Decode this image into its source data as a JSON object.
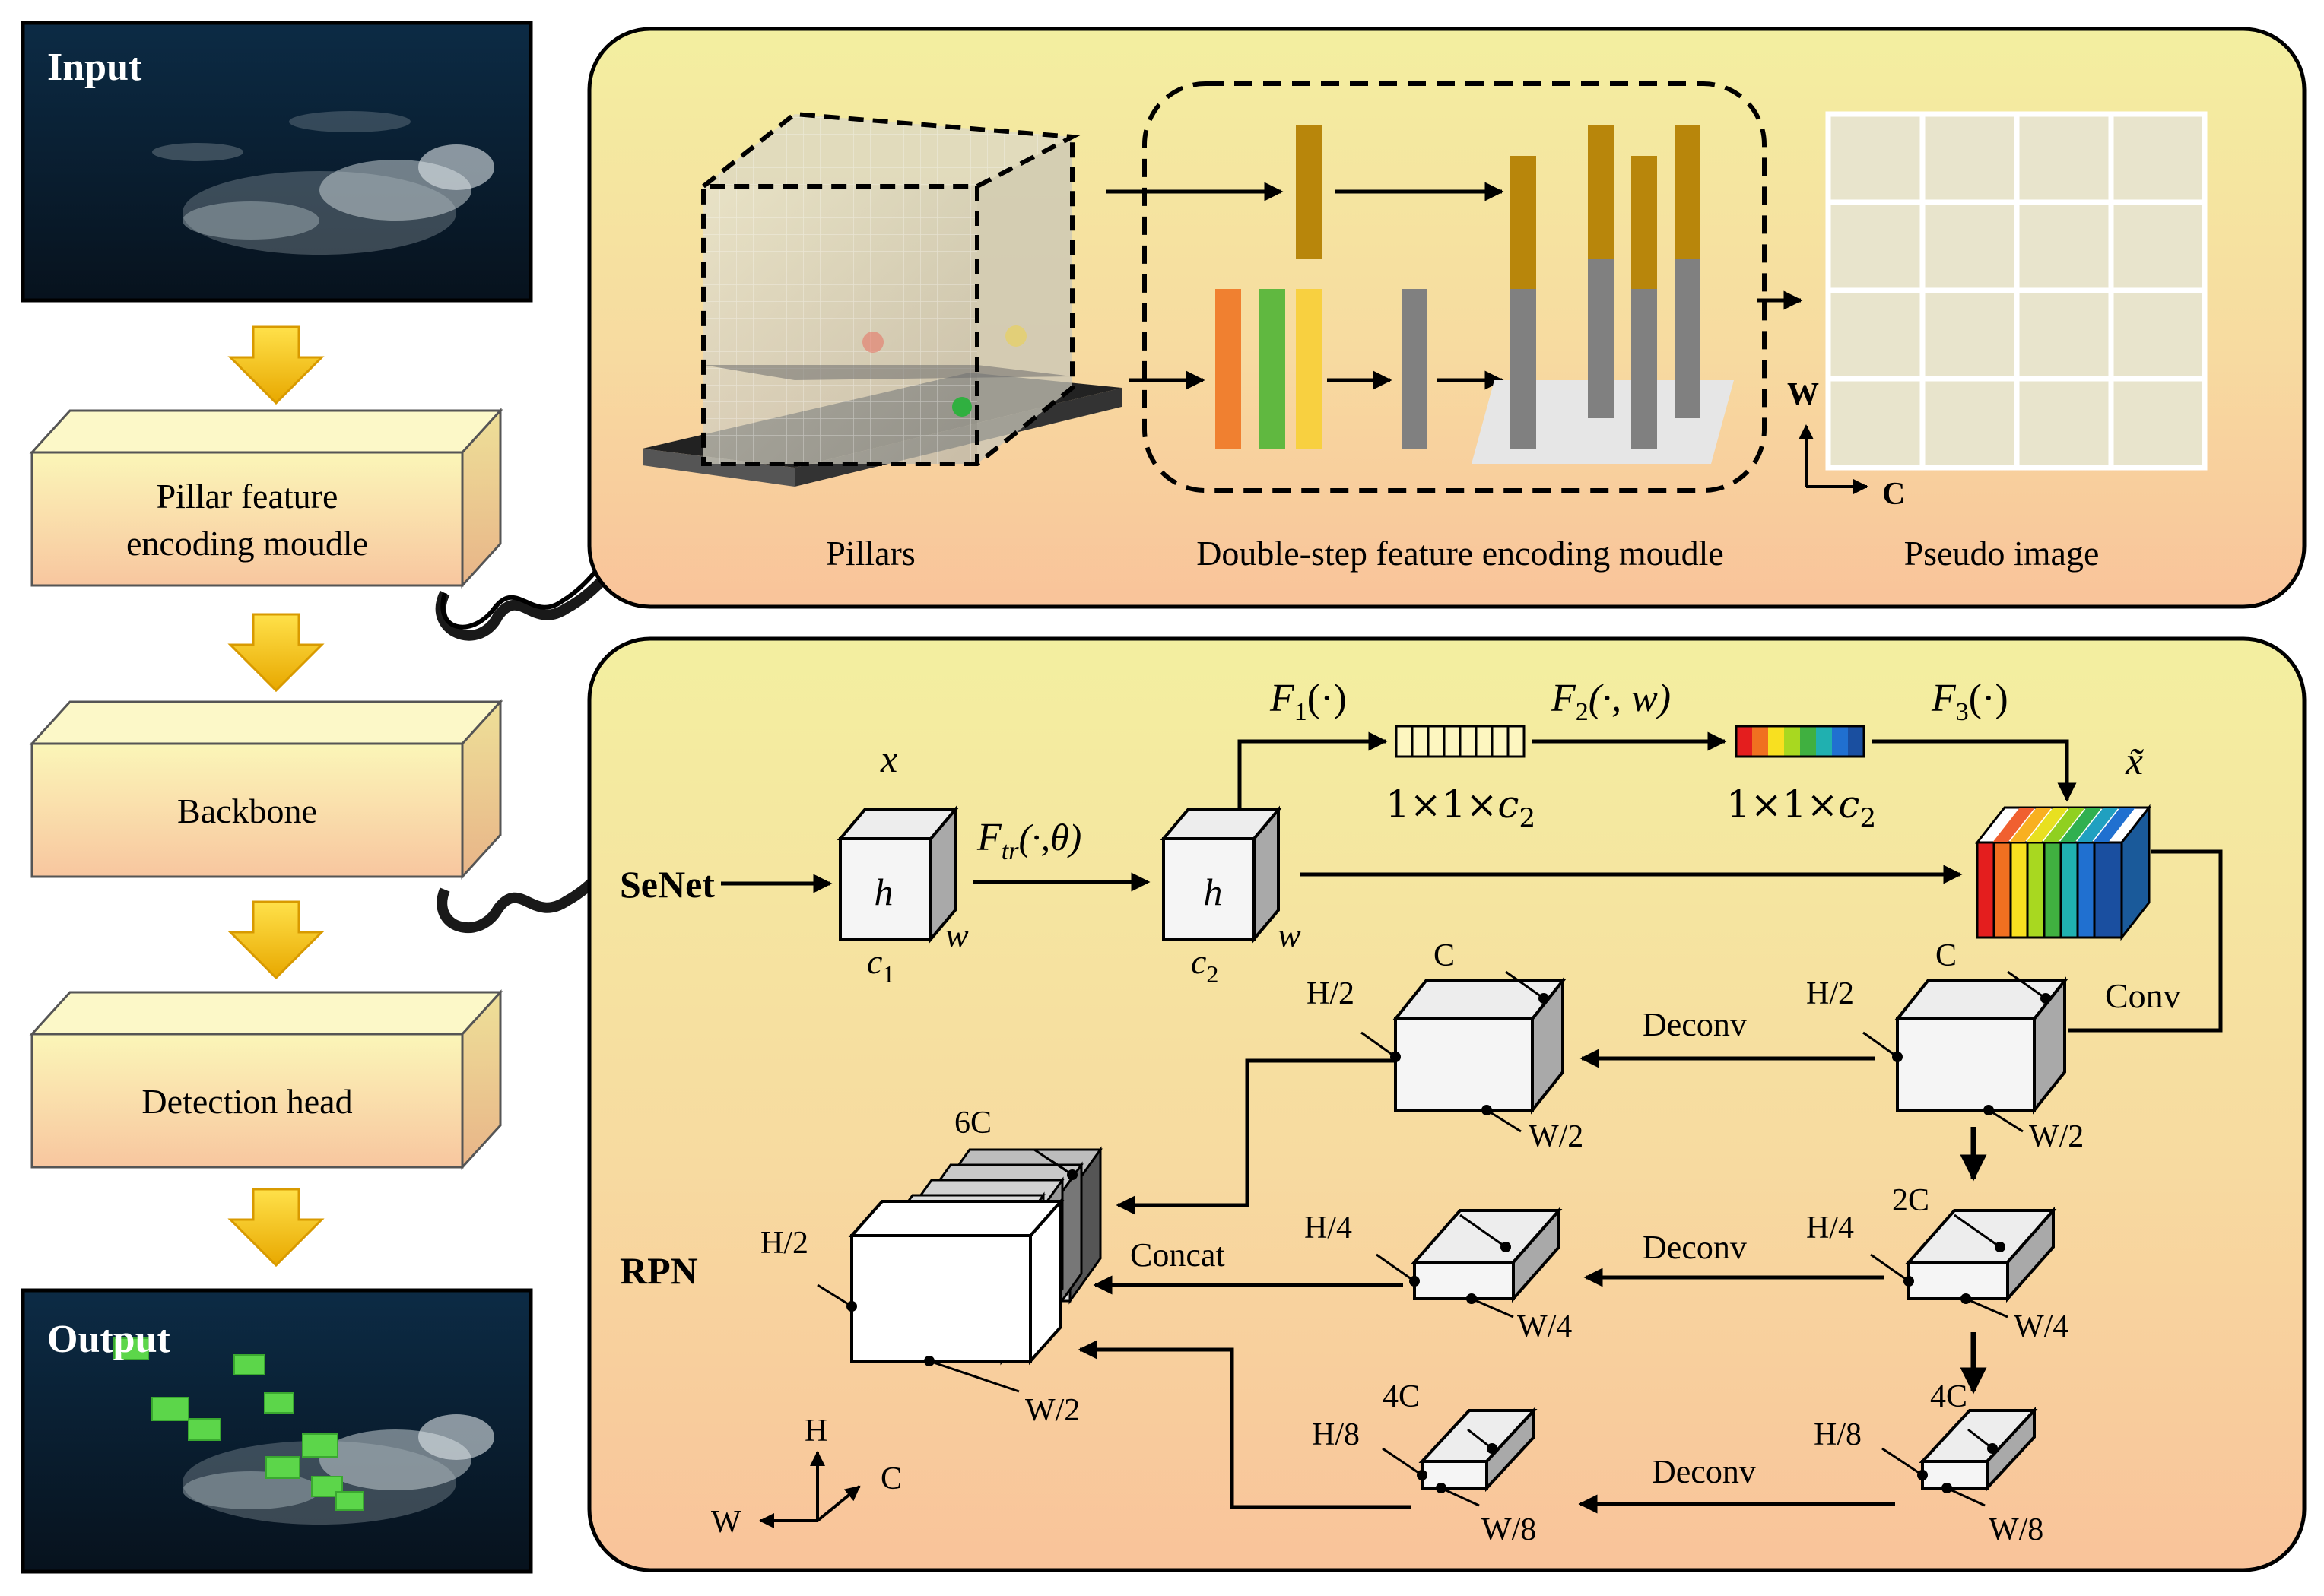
{
  "pipeline": {
    "input_label": "Input",
    "stage_pillar_line1": "Pillar feature",
    "stage_pillar_line2": "encoding moudle",
    "stage_backbone": "Backbone",
    "stage_detection": "Detection head",
    "output_label": "Output"
  },
  "top_panel": {
    "pillars_caption": "Pillars",
    "double_step_caption": "Double-step feature encoding moudle",
    "pseudo_caption": "Pseudo image",
    "axis_w": "W",
    "axis_c": "C"
  },
  "senet": {
    "title": "SeNet",
    "x_label": "x",
    "h_label": "h",
    "w_label": "w",
    "c1_main": "c",
    "c1_sub": "1",
    "c2_main": "c",
    "c2_sub": "2",
    "ftr_main": "F",
    "ftr_sub": "tr",
    "ftr_args": "(·,θ)",
    "f1_main": "F",
    "f1_sub": "1",
    "f1_args": "(·)",
    "f2_main": "F",
    "f2_sub": "2",
    "f2_args": "(·, w)",
    "f3_main": "F",
    "f3_sub": "3",
    "f3_args": "(·)",
    "dim_prefix": "1×1×",
    "dim_main": "c",
    "dim_sub": "2",
    "xtilde": "x̃",
    "conv": "Conv"
  },
  "rpn": {
    "title": "RPN",
    "deconv": "Deconv",
    "concat": "Concat",
    "c": "C",
    "two_c": "2C",
    "four_c": "4C",
    "six_c": "6C",
    "h2": "H/2",
    "h4": "H/4",
    "h8": "H/8",
    "w2": "W/2",
    "w4": "W/4",
    "w8": "W/8",
    "axis_h": "H",
    "axis_w": "W",
    "axis_c": "C"
  },
  "colors": {
    "panel_top": "#f4f0a0",
    "panel_bottom": "#f9c59a",
    "stage_top": "#fbf5b4",
    "stage_bottom": "#f8c69f",
    "gold": "#b8860b",
    "gray_bar": "#808080",
    "orange_bar": "#f08030",
    "green_bar": "#60b840",
    "yellow_bar": "#f8d040",
    "rainbow": [
      "#e41e1e",
      "#f07020",
      "#f8e020",
      "#a8d820",
      "#40b040",
      "#20b0b0",
      "#2070d0",
      "#1a4fa0"
    ]
  }
}
